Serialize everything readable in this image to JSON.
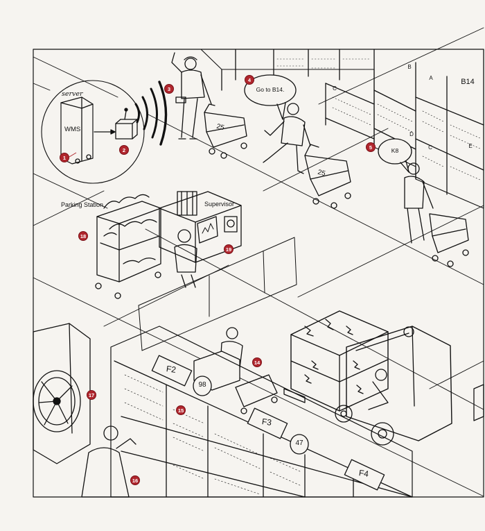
{
  "labels": {
    "server": "server",
    "wms": "WMS",
    "parking_station": "Parking Station",
    "supervisor": "Supervisor",
    "speech_go": "Go to B14.",
    "speech_k8": "K8"
  },
  "callouts": [
    "1",
    "2",
    "3",
    "4",
    "5",
    "14",
    "15",
    "16",
    "17",
    "18",
    "19"
  ],
  "shelf_tags": {
    "f2": "F2",
    "f3": "F3",
    "f4": "F4",
    "s98": "98",
    "s47": "47",
    "b14": "B14",
    "a": "A",
    "b": "B",
    "c": "C",
    "d": "D",
    "e": "E",
    "c2": "C",
    "cart_a": "25",
    "cart_b": "25"
  },
  "colors": {
    "callout": "#b0262d",
    "ink": "#111111",
    "paper": "#f6f4f0"
  }
}
